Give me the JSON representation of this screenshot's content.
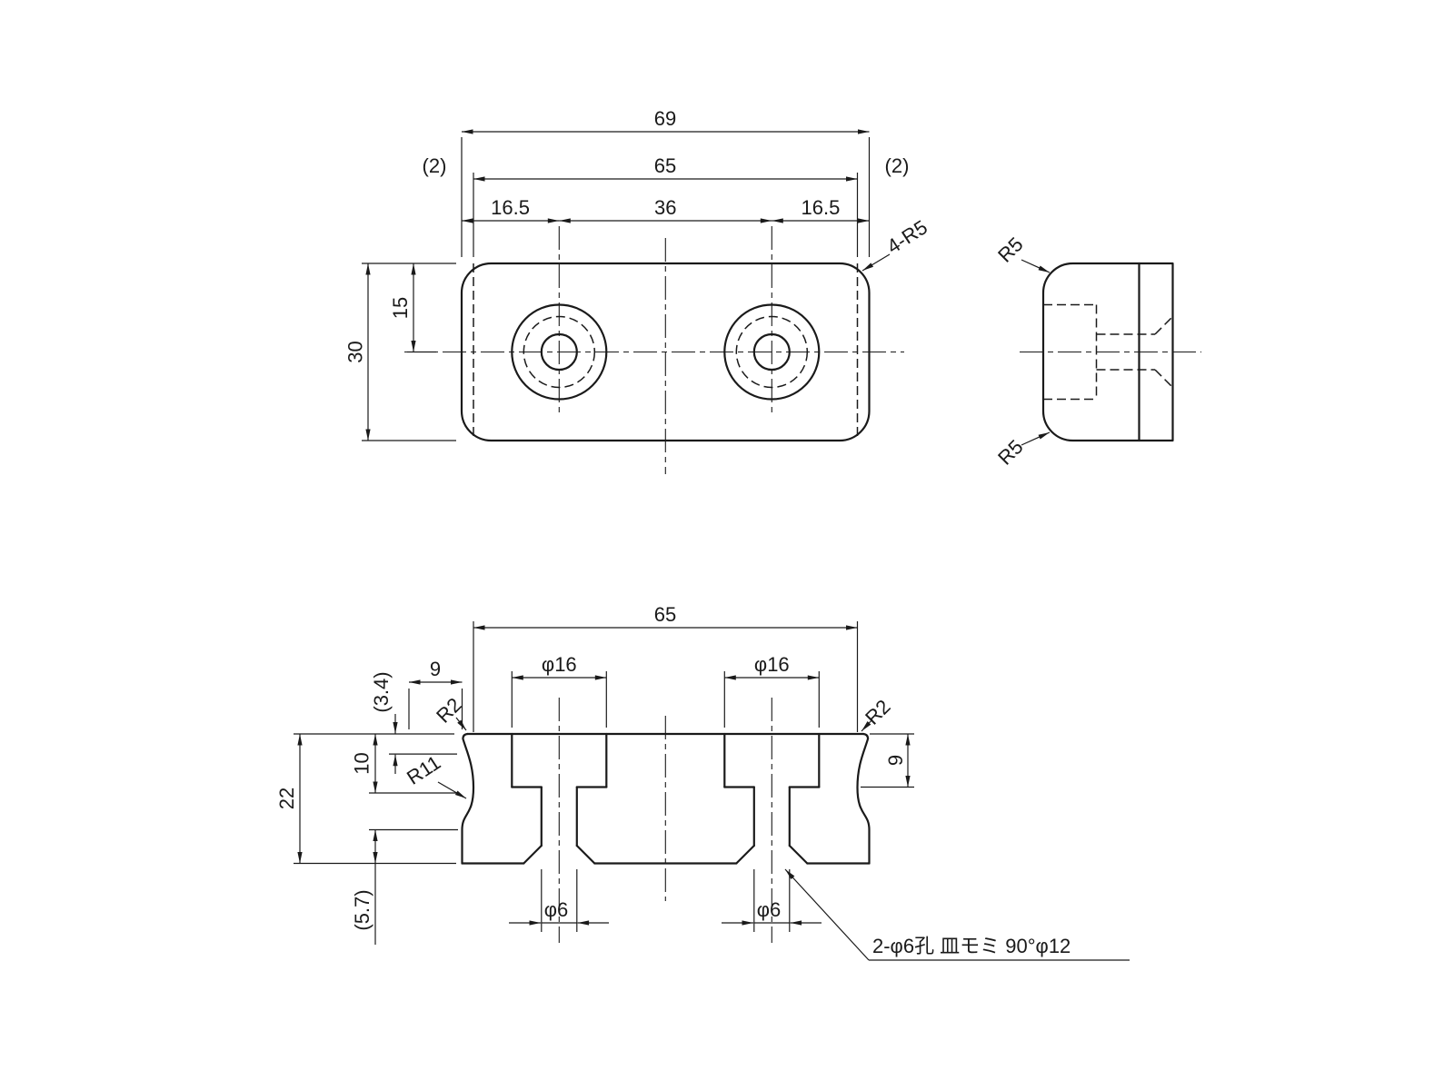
{
  "colors": {
    "background": "#ffffff",
    "line": "#1a1a1a"
  },
  "top_view": {
    "dim_overall_width": "69",
    "dim_end_gap_left": "(2)",
    "dim_end_gap_right": "(2)",
    "dim_neck_width": "65",
    "dim_hole_offset_left": "16.5",
    "dim_hole_pitch": "36",
    "dim_hole_offset_right": "16.5",
    "dim_hole_center_from_edge": "15",
    "dim_overall_height": "30",
    "note_corner_radius": "4-R5"
  },
  "side_view": {
    "dim_radius_top": "R5",
    "dim_radius_bottom": "R5"
  },
  "front_view": {
    "dim_width": "65",
    "dim_neck_length": "9",
    "dim_counterbore_dia_left": "φ16",
    "dim_counterbore_dia_right": "φ16",
    "dim_edge_radius_left": "R2",
    "dim_edge_radius_right": "R2",
    "dim_neck_start_depth": "(3.4)",
    "dim_neck_mid_depth": "10",
    "dim_overall_height": "22",
    "dim_neck_radius": "R11",
    "dim_counterbore_depth": "9",
    "dim_bottom_land": "(5.7)",
    "dim_hole_dia_left": "φ6",
    "dim_hole_dia_right": "φ6",
    "note_holes": "2-φ6孔 皿モミ 90°φ12"
  }
}
